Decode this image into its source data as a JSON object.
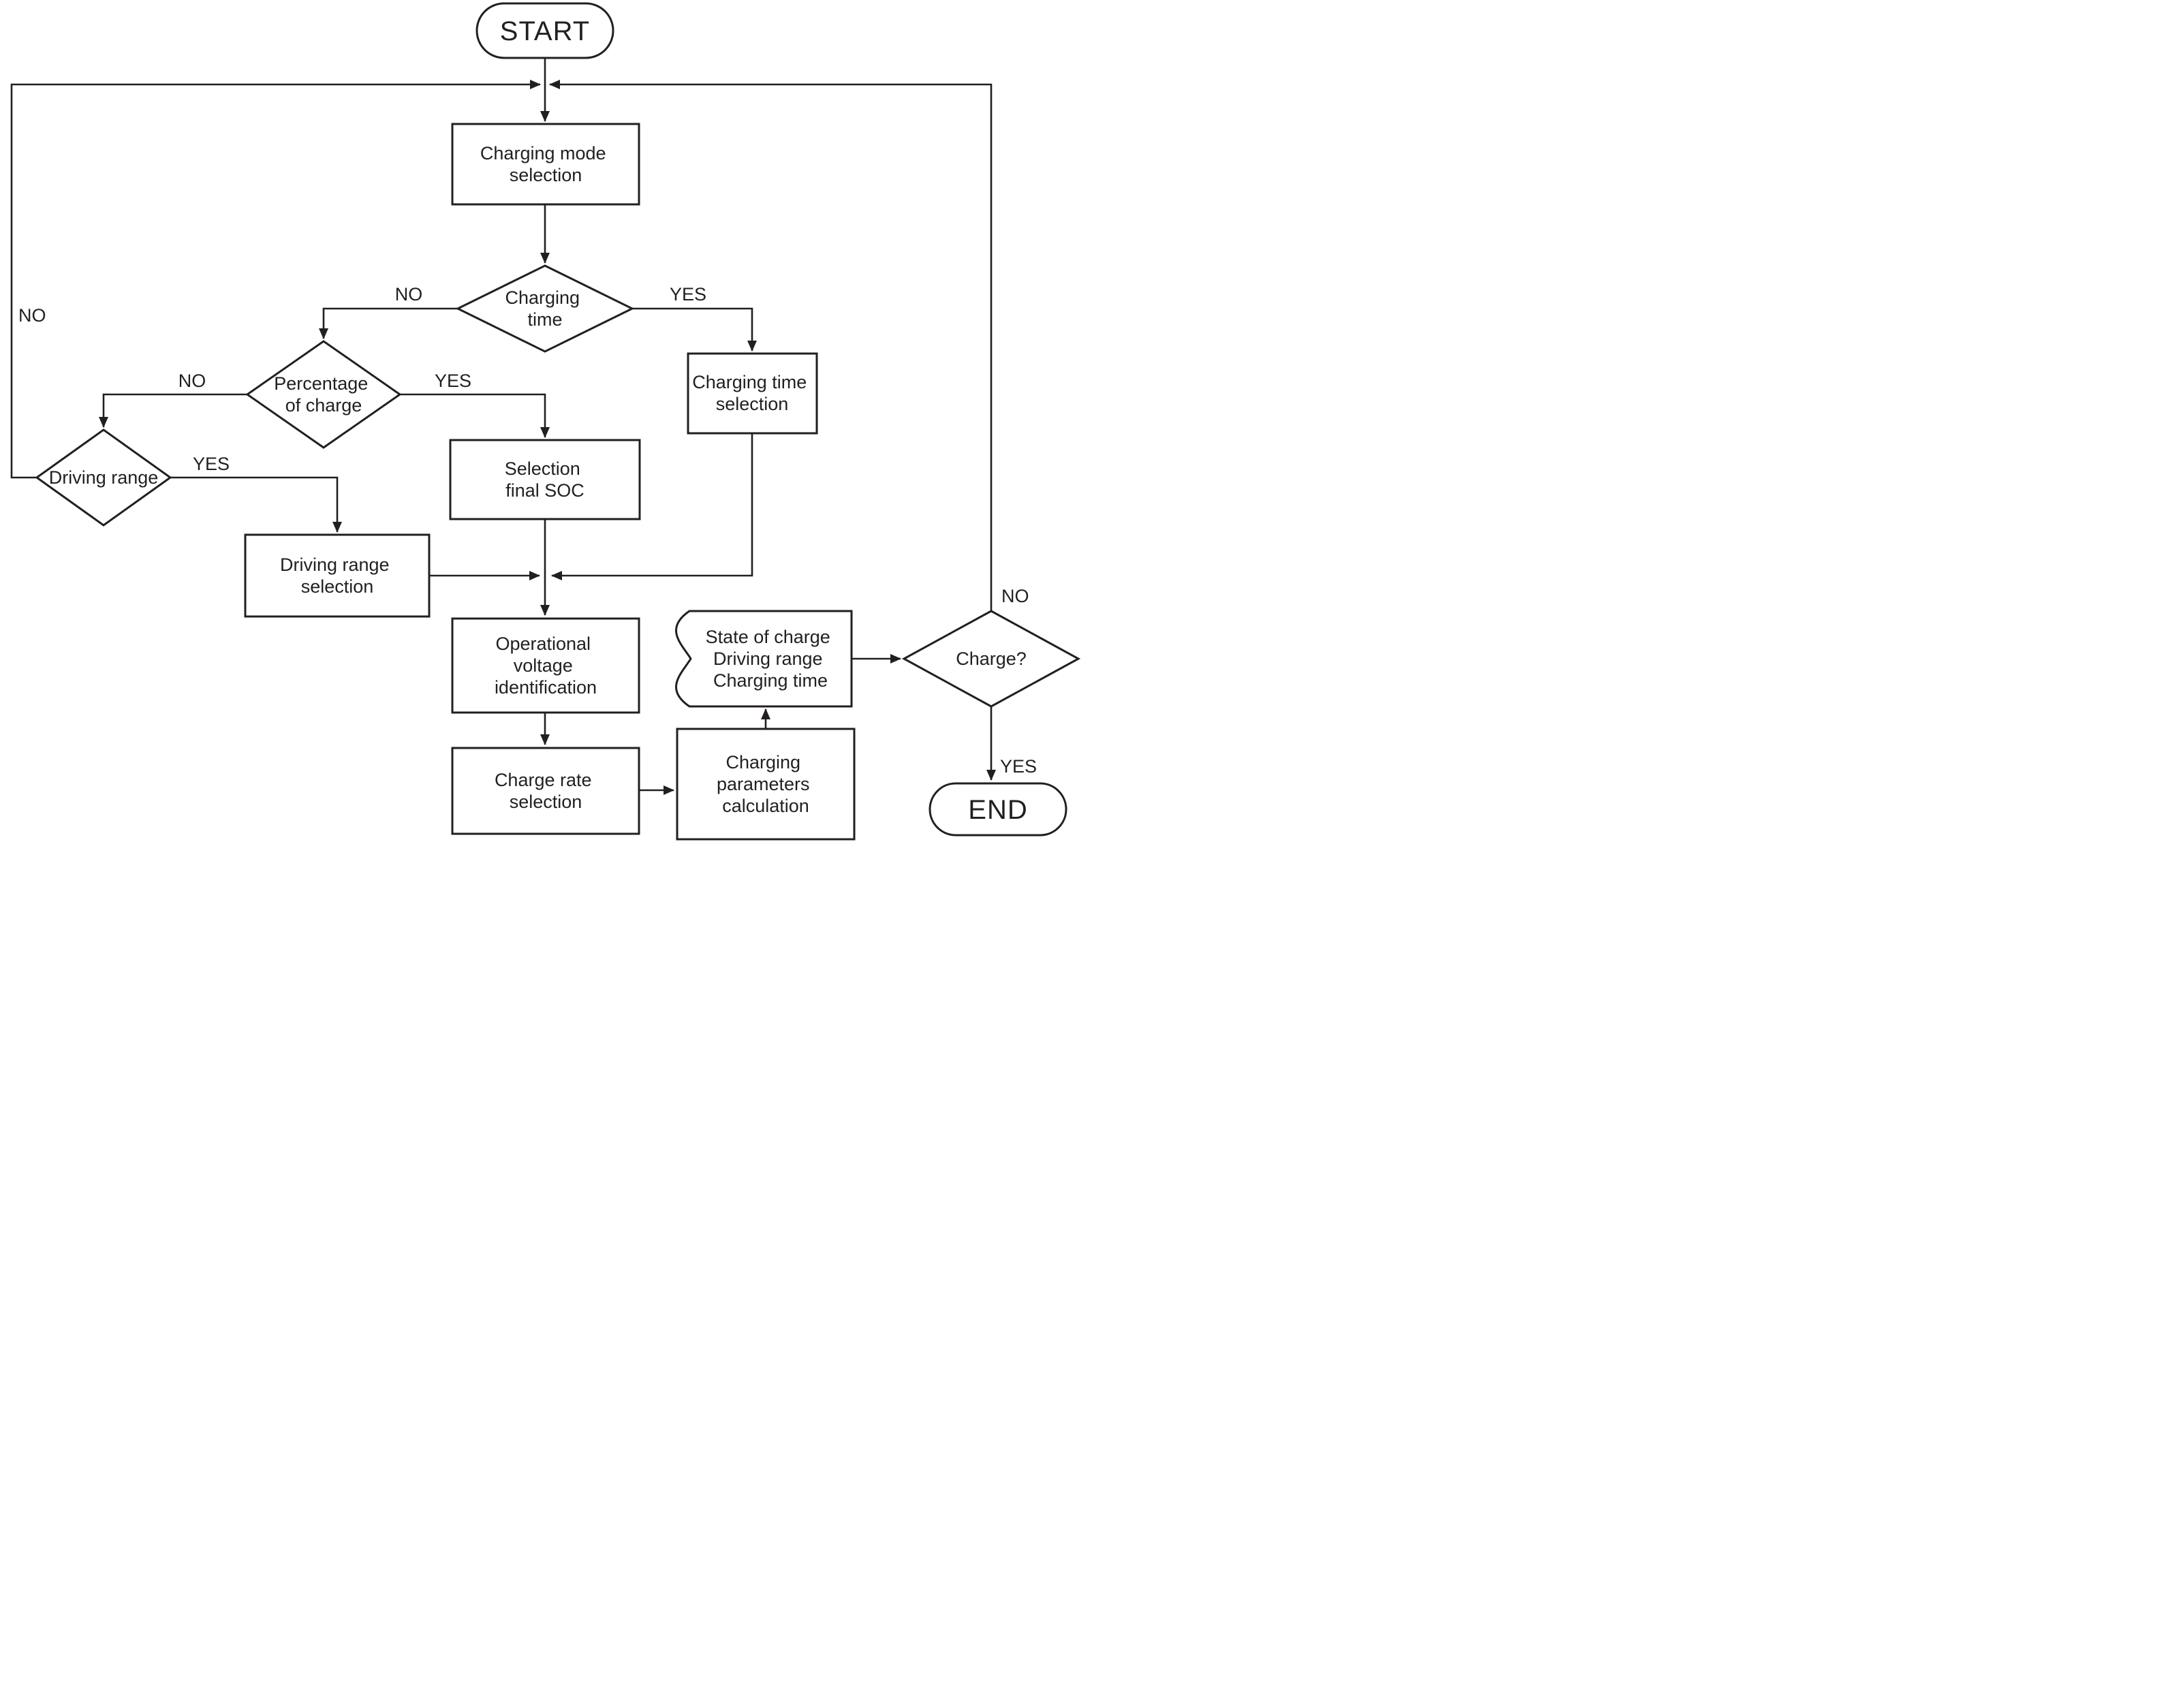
{
  "diagram": {
    "colors": {
      "line": "#231f20",
      "fill": "#ffffff"
    },
    "nodes": {
      "start": {
        "type": "terminator",
        "label": "START"
      },
      "charging_mode": {
        "type": "process",
        "line1": "Charging mode",
        "line2": "selection"
      },
      "charging_time_decision": {
        "type": "decision",
        "line1": "Charging",
        "line2": "time"
      },
      "charging_time_selection": {
        "type": "process",
        "line1": "Charging time",
        "line2": "selection"
      },
      "percentage_of_charge_decision": {
        "type": "decision",
        "line1": "Percentage",
        "line2": "of charge"
      },
      "selection_final_soc": {
        "type": "process",
        "line1": "Selection",
        "line2": "final SOC"
      },
      "driving_range_decision": {
        "type": "decision",
        "label": "Driving range"
      },
      "driving_range_selection": {
        "type": "process",
        "line1": "Driving range",
        "line2": "selection"
      },
      "operational_voltage_identification": {
        "type": "process",
        "line1": "Operational",
        "line2": "voltage",
        "line3": "identification"
      },
      "charge_rate_selection": {
        "type": "process",
        "line1": "Charge rate",
        "line2": "selection"
      },
      "charging_parameters_calculation": {
        "type": "process",
        "line1": "Charging",
        "line2": "parameters",
        "line3": "calculation"
      },
      "output_display": {
        "type": "display",
        "line1": "State of charge",
        "line2": "Driving range",
        "line3": "Charging time"
      },
      "charge_decision": {
        "type": "decision",
        "label": "Charge?"
      },
      "end": {
        "type": "terminator",
        "label": "END"
      }
    },
    "edge_labels": {
      "driving_range_no": "NO",
      "charging_time_no": "NO",
      "charging_time_yes": "YES",
      "percentage_no": "NO",
      "percentage_yes": "YES",
      "driving_range_yes": "YES",
      "charge_no": "NO",
      "charge_yes": "YES"
    }
  }
}
